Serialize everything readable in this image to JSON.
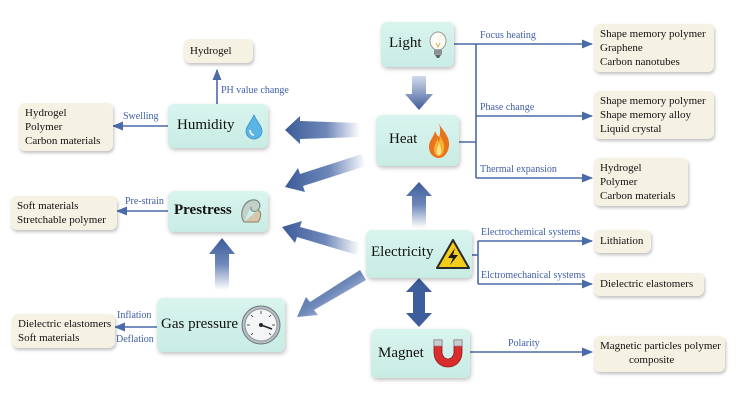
{
  "nodes": {
    "light": "Light",
    "heat": "Heat",
    "humidity": "Humidity",
    "prestress": "Prestress",
    "electricity": "Electricity",
    "gas_pressure": "Gas pressure",
    "magnet": "Magnet"
  },
  "boxes": {
    "hydrogel_top": [
      "Hydrogel"
    ],
    "humidity_materials": [
      "Hydrogel",
      "Polymer",
      "Carbon materials"
    ],
    "prestress_materials": [
      "Soft materials",
      "Stretchable polymer"
    ],
    "gas_materials": [
      "Dielectric elastomers",
      "Soft materials"
    ],
    "focus_heating_materials": [
      "Shape memory polymer",
      "Graphene",
      "Carbon nanotubes"
    ],
    "phase_change_materials": [
      "Shape memory polymer",
      "Shape memory alloy",
      "Liquid crystal"
    ],
    "thermal_expansion_materials": [
      "Hydrogel",
      "Polymer",
      "Carbon materials"
    ],
    "electrochemical_materials": [
      "Lithiation"
    ],
    "electromechanical_materials": [
      "Dielectric elastomers"
    ],
    "polarity_materials": [
      "Magnetic particles polymer",
      "composite"
    ]
  },
  "edge_labels": {
    "ph": "PH value change",
    "swelling": "Swelling",
    "pre_strain": "Pre-strain",
    "inflation": "Inflation",
    "deflation": "Deflation",
    "focus_heating": "Focus heating",
    "phase_change": "Phase change",
    "thermal_expansion": "Thermal expansion",
    "electrochemical": "Electrochemical systems",
    "electromechanical": "Elctromechanical systems",
    "polarity": "Polarity"
  },
  "icons": {
    "light": "light-bulb-icon",
    "heat": "flame-icon",
    "humidity": "water-drop-icon",
    "prestress": "rolled-sheet-icon",
    "electricity": "high-voltage-warning-icon",
    "gas_pressure": "pressure-gauge-icon",
    "magnet": "horseshoe-magnet-icon"
  },
  "colors": {
    "node_fill": "#cdeee6",
    "box_fill": "#f5f1e3",
    "connector": "#4a6aa8",
    "label_text": "#4060a8"
  }
}
